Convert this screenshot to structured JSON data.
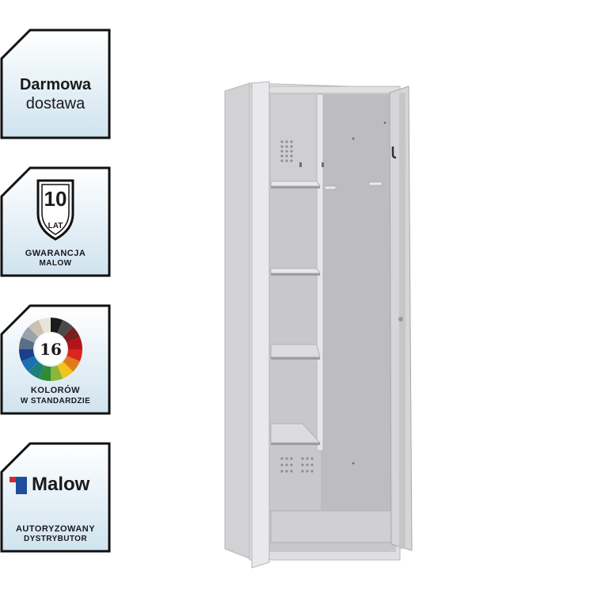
{
  "badges": {
    "delivery": {
      "line1": "Darmowa",
      "line2": "dostawa"
    },
    "warranty": {
      "number": "10",
      "unit": "LAT",
      "line1": "GWARANCJA",
      "line2": "MALOW"
    },
    "colors": {
      "count": "16",
      "line1": "KOLORÓW",
      "line2": "W STANDARDZIE",
      "palette": [
        "#1b1b1b",
        "#4a4a4a",
        "#7a1f1f",
        "#b5121b",
        "#d9261c",
        "#e07a1a",
        "#f0c419",
        "#8ab63a",
        "#2e8b3a",
        "#1f7f7a",
        "#1c6fb5",
        "#1b3f8a",
        "#5a6e86",
        "#9aa3ad",
        "#c9c2b4",
        "#e9e4d8"
      ]
    },
    "brand": {
      "name": "Malow",
      "line1": "AUTORYZOWANY",
      "line2": "DYSTRYBUTOR"
    }
  },
  "colors": {
    "badge_border": "#111111",
    "badge_fill_top": "#ffffff",
    "badge_fill_bottom": "#cfe3ef",
    "cabinet_body": "#d8d8da",
    "cabinet_interior": "#c4c4c6",
    "brand_red": "#d7262e",
    "brand_blue": "#1f4f9a"
  }
}
